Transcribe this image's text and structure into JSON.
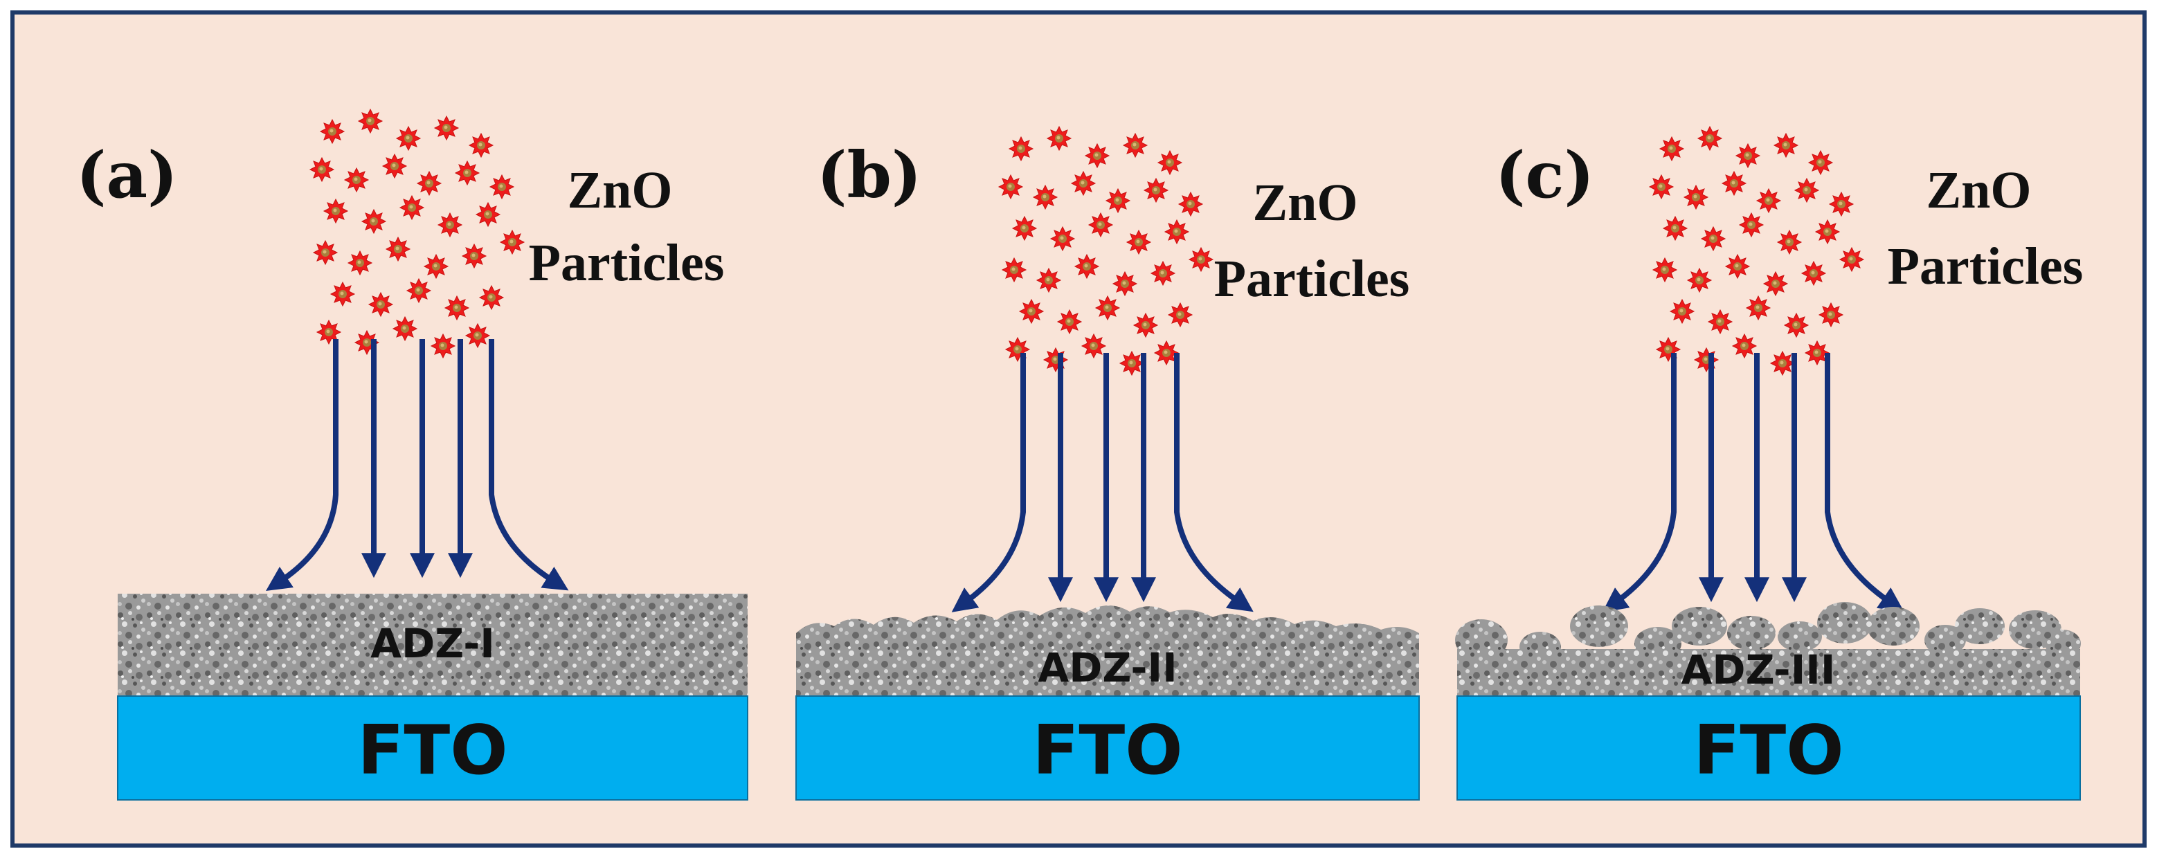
{
  "colors": {
    "background": "#f9e4d8",
    "frame": "#1f3a68",
    "fto": "#00aeef",
    "arrow": "#14307a",
    "particle": "#ee1c1c",
    "particle_core": "#a9803e",
    "film": "#9a9a9a"
  },
  "panels": [
    {
      "label": "(a)",
      "zno_line1": "ZnO",
      "zno_line2": "Particles",
      "film_label": "ADZ-I",
      "substrate_label": "FTO",
      "film_morphology": "dense continuous layer"
    },
    {
      "label": "(b)",
      "zno_line1": "ZnO",
      "zno_line2": "Particles",
      "film_label": "ADZ-II",
      "substrate_label": "FTO",
      "film_morphology": "layer with rough granular top"
    },
    {
      "label": "(c)",
      "zno_line1": "ZnO",
      "zno_line2": "Particles",
      "film_label": "ADZ-III",
      "substrate_label": "FTO",
      "film_morphology": "thin layer with separated granules"
    }
  ]
}
